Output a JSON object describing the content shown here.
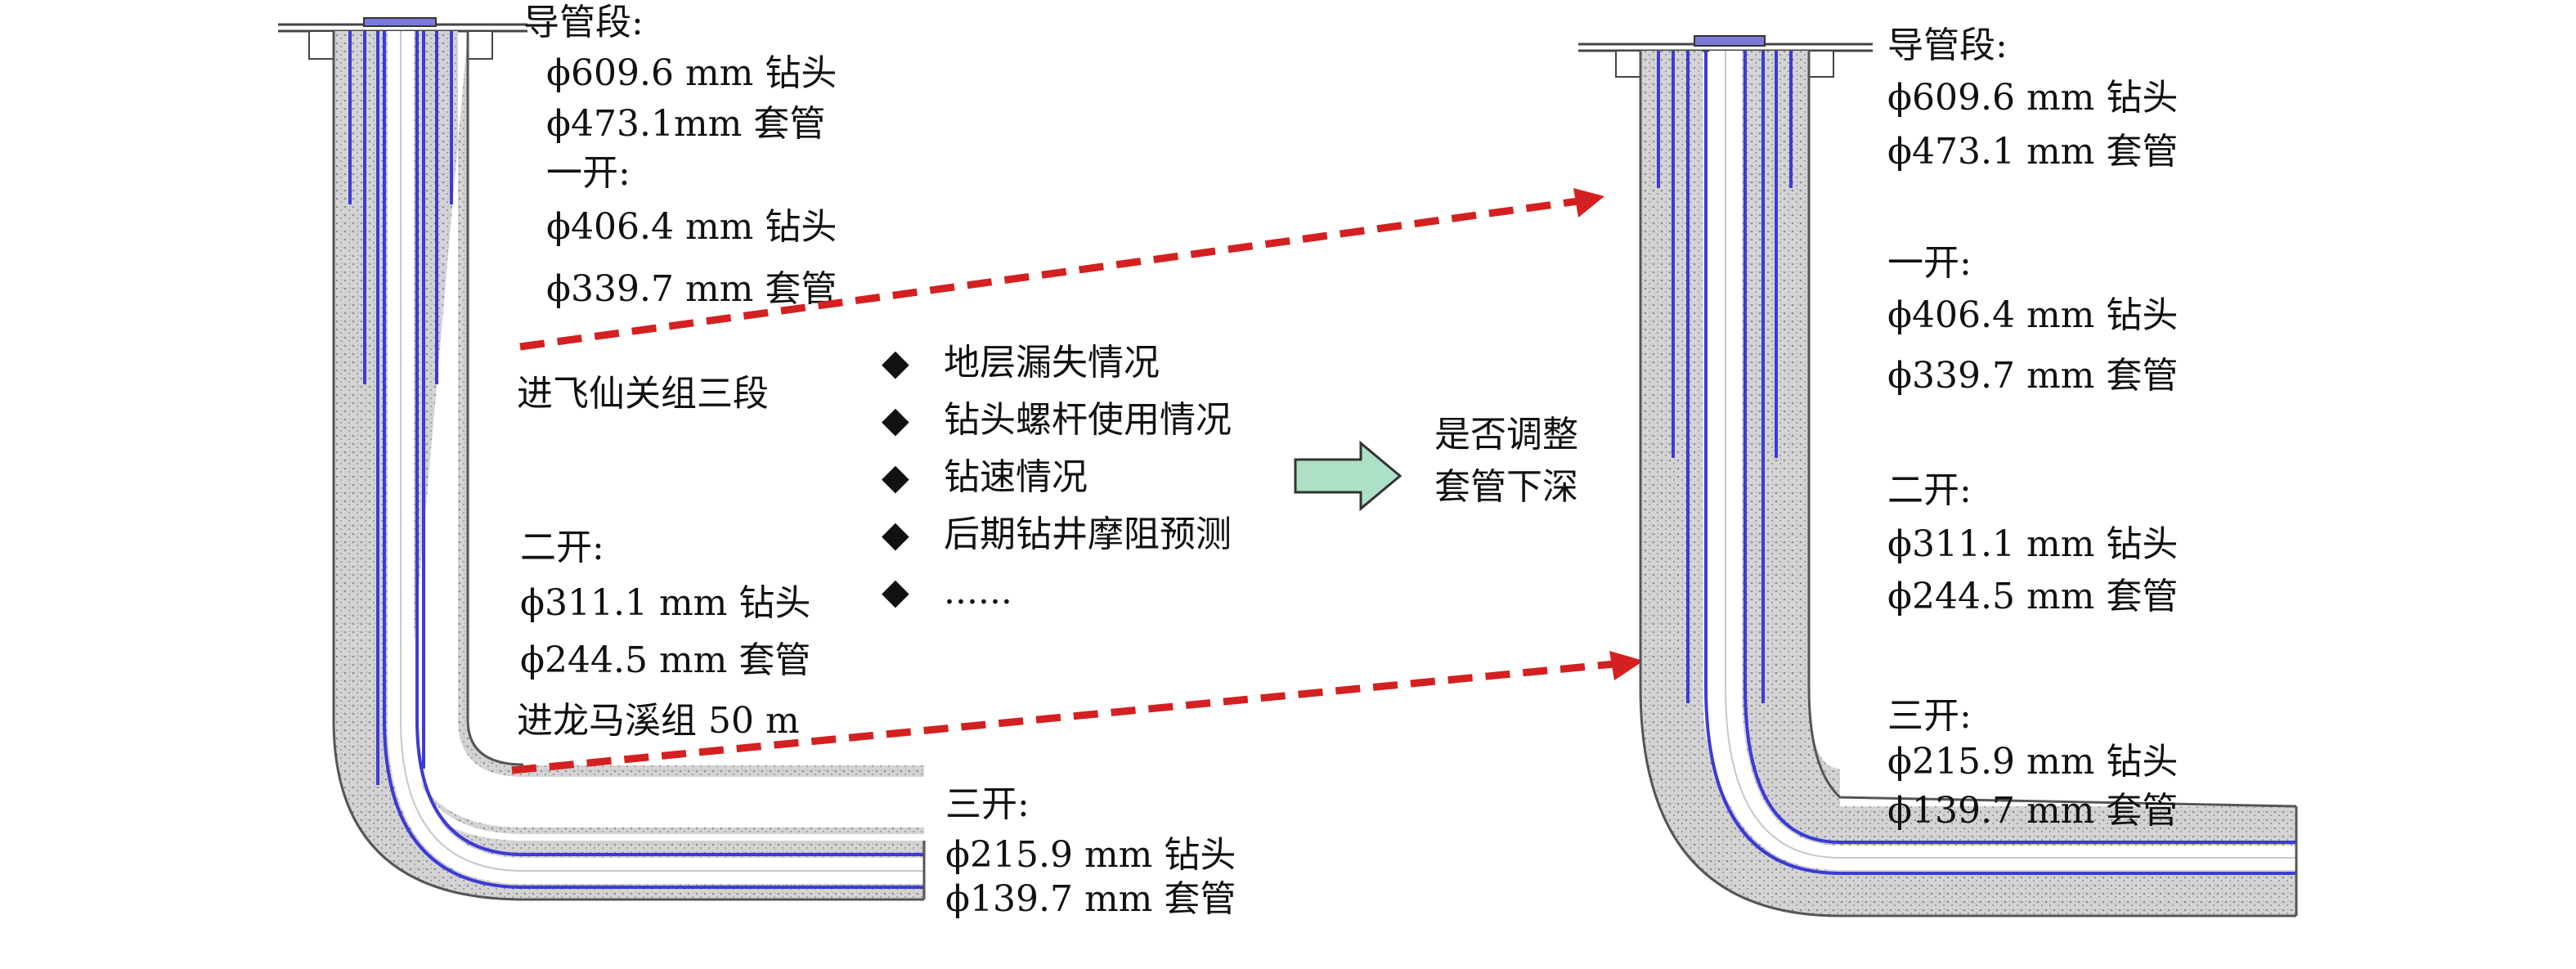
{
  "colors": {
    "casing_line": "#3b3bd6",
    "cement_fill": "#d4d4d4",
    "cement_edge": "#8a8a8a",
    "arrow_dash": "#d42020",
    "block_arrow_fill": "#aee0c8",
    "block_arrow_stroke": "#333333"
  },
  "left_well": {
    "conductor_title": "导管段:",
    "conductor_bit": "ϕ609.6 mm 钻头",
    "conductor_casing": "ϕ473.1mm 套管",
    "first_title": "一开:",
    "first_bit": "ϕ406.4 mm 钻头",
    "first_casing": "ϕ339.7 mm 套管",
    "first_depth_note": "进飞仙关组三段",
    "second_title": "二开:",
    "second_bit": "ϕ311.1 mm 钻头",
    "second_casing": "ϕ244.5 mm 套管",
    "second_depth_note": "进龙马溪组 50 m",
    "third_title": "三开:",
    "third_bit": "ϕ215.9 mm 钻头",
    "third_casing": "ϕ139.7 mm 套管"
  },
  "factors": {
    "bullet_symbol": "◆",
    "items": [
      "地层漏失情况",
      "钻头螺杆使用情况",
      "钻速情况",
      "后期钻井摩阻预测",
      "......"
    ]
  },
  "decision": {
    "line1": "是否调整",
    "line2": "套管下深"
  },
  "right_well": {
    "conductor_title": "导管段:",
    "conductor_bit": "ϕ609.6 mm 钻头",
    "conductor_casing": "ϕ473.1 mm 套管",
    "first_title": "一开:",
    "first_bit": "ϕ406.4 mm 钻头",
    "first_casing": "ϕ339.7 mm 套管",
    "second_title": "二开:",
    "second_bit": "ϕ311.1 mm 钻头",
    "second_casing": "ϕ244.5 mm 套管",
    "third_title": "三开:",
    "third_bit": "ϕ215.9 mm 钻头",
    "third_casing": "ϕ139.7 mm 套管"
  }
}
